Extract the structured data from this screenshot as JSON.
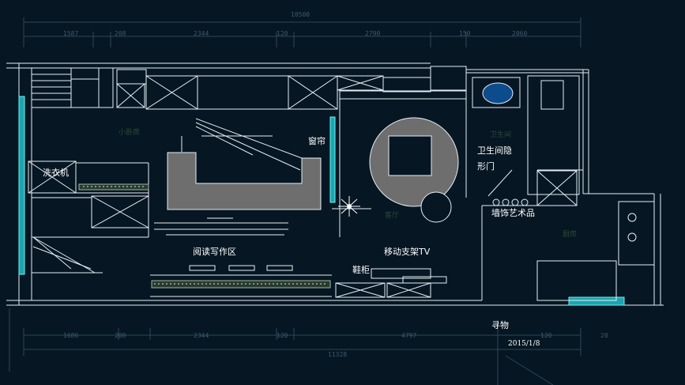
{
  "dimensions": {
    "top_total": "10500",
    "top_segments": [
      "1587",
      "208",
      "2344",
      "120",
      "2790",
      "150",
      "2060"
    ],
    "bottom_segments": [
      "1686",
      "208",
      "2344",
      "120",
      "4797",
      "120",
      "20"
    ],
    "bottom_total": "11328"
  },
  "labels": {
    "washer": "洗衣机",
    "curtain": "窗帘",
    "bath_door_1": "卫生间隐",
    "bath_door_2": "形门",
    "wall_art": "墙饰艺术品",
    "reading": "阅读写作区",
    "tv": "移动支架TV",
    "shoe_cabinet": "鞋柜",
    "storage": "寻物",
    "date": "2015/1/8"
  },
  "faint_labels": {
    "small_bedroom": "小卧房",
    "bathroom": "卫生间",
    "kitchen": "厨房",
    "living": "客厅"
  },
  "colors": {
    "background": "#061623",
    "line": "#e6eef4",
    "dimension": "#3d5a6e",
    "cyan_accent": "#27e0e0",
    "furniture_fill": "#6e6e6e",
    "tub_blue": "#0d4c8c"
  }
}
